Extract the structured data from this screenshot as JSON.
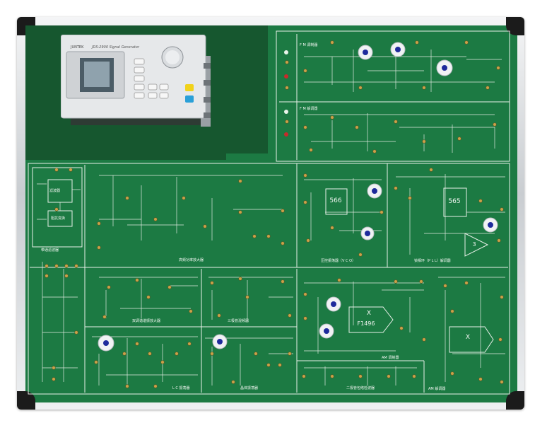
{
  "photo": {
    "subject": "Photo of a high-frequency (RF) electronics training panel in an aluminium frame with a handheld signal generator mounted in the top-left cavity"
  },
  "generator": {
    "brand": "JUNTEK",
    "model": "JDS-2900 Signal Generator"
  },
  "chips": {
    "c566": "566",
    "c565": "565",
    "c3": "3",
    "f1496": "F1496",
    "x1": "X",
    "x2": "X"
  },
  "sections": {
    "fm_mod": "F M 调制器",
    "fm_demod": "F M 解调器",
    "amp": "高频功率放大器",
    "vco": "压控振荡器（V C O）",
    "pll": "锁相环（P L L）解调器",
    "tuned": "双调谐谐振放大器",
    "mixer": "三极管混频器",
    "lc": "L C 振荡器",
    "crystal": "晶体振荡器",
    "am_mod": "AM 调制器",
    "am_demod": "AM 解调器",
    "diode": "二极管包络检波器",
    "filter": "滤波器",
    "matching": "阻抗变换",
    "bandpass": "带通滤波器"
  },
  "colors": {
    "board": "#1c7a43",
    "pocket": "#16572f",
    "trace": "#e8f0e8",
    "knob": "#1e2a9c",
    "jack": "#caa24a",
    "frame": "#d3d6d9"
  }
}
